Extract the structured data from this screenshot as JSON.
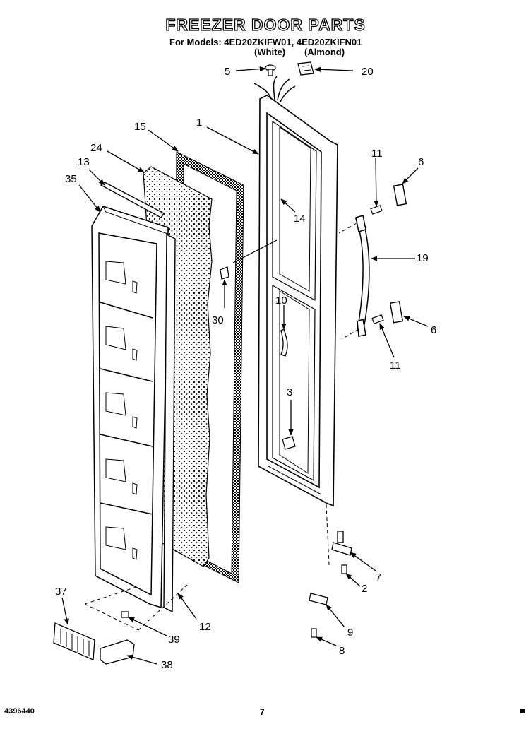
{
  "header": {
    "title": "FREEZER DOOR PARTS",
    "models_line": "For Models: 4ED20ZKIFW01, 4ED20ZKIFN01",
    "variant_white": "(White)",
    "variant_almond": "(Almond)"
  },
  "footer": {
    "doc_number": "4396440",
    "page_number": "7"
  },
  "callouts": [
    "1",
    "2",
    "3",
    "5",
    "6",
    "6",
    "7",
    "8",
    "9",
    "10",
    "11",
    "11",
    "12",
    "13",
    "14",
    "15",
    "19",
    "20",
    "24",
    "30",
    "35",
    "37",
    "38",
    "39"
  ],
  "colors": {
    "ink": "#000000",
    "paper": "#ffffff"
  }
}
